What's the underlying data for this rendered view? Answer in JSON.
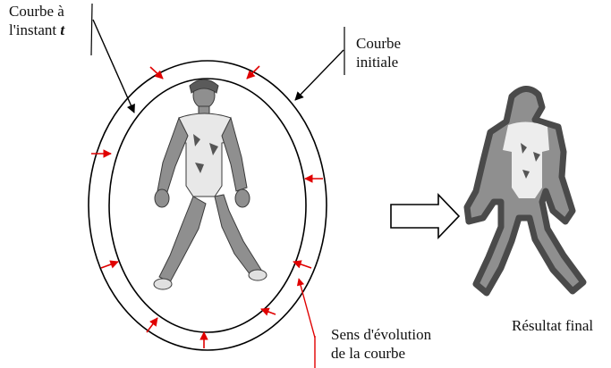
{
  "labels": {
    "curve_t_line1": "Courbe à",
    "curve_t_line2": "l'instant",
    "curve_t_var": "t",
    "initial_line1": "Courbe",
    "initial_line2": "initiale",
    "evolution_line1": "Sens d'évolution",
    "evolution_line2": "de la courbe",
    "result": "Résultat final"
  },
  "colors": {
    "curve": "#000000",
    "arrow_red": "#e00000",
    "figure": "#8f8f8f",
    "figure_dark": "#3a3a3a",
    "halo": "#5a5a5a"
  }
}
